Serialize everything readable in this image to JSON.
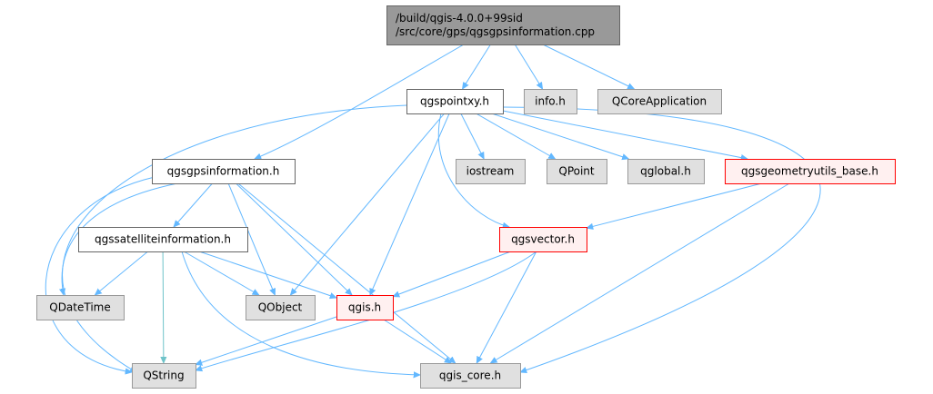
{
  "colors": {
    "edge": "#63b8ff",
    "edge_teal": "#6ec3c9",
    "root_fill": "#999999",
    "root_stroke": "#666666",
    "normal_fill": "#ffffff",
    "normal_stroke": "#666666",
    "external_fill": "#e0e0e0",
    "external_stroke": "#999999",
    "incomplete_fill": "#fff0f0",
    "incomplete_stroke": "#ff0000"
  },
  "nodes": [
    {
      "id": "root",
      "lines": [
        "/build/qgis-4.0.0+99sid",
        "/src/core/gps/qgsgpsinformation.cpp"
      ],
      "kind": "root"
    },
    {
      "id": "qgspointxy",
      "lines": [
        "qgspointxy.h"
      ],
      "kind": "normal"
    },
    {
      "id": "info",
      "lines": [
        "info.h"
      ],
      "kind": "external"
    },
    {
      "id": "qcoreapplication",
      "lines": [
        "QCoreApplication"
      ],
      "kind": "external"
    },
    {
      "id": "qgsgpsinformation",
      "lines": [
        "qgsgpsinformation.h"
      ],
      "kind": "normal"
    },
    {
      "id": "iostream",
      "lines": [
        "iostream"
      ],
      "kind": "external"
    },
    {
      "id": "qpoint",
      "lines": [
        "QPoint"
      ],
      "kind": "external"
    },
    {
      "id": "qglobal",
      "lines": [
        "qglobal.h"
      ],
      "kind": "external"
    },
    {
      "id": "qgsgeometryutils_base",
      "lines": [
        "qgsgeometryutils_base.h"
      ],
      "kind": "incomplete"
    },
    {
      "id": "qgssatelliteinformation",
      "lines": [
        "qgssatelliteinformation.h"
      ],
      "kind": "normal"
    },
    {
      "id": "qgsvector",
      "lines": [
        "qgsvector.h"
      ],
      "kind": "incomplete"
    },
    {
      "id": "qdatetime",
      "lines": [
        "QDateTime"
      ],
      "kind": "external"
    },
    {
      "id": "qobject",
      "lines": [
        "QObject"
      ],
      "kind": "external"
    },
    {
      "id": "qgis",
      "lines": [
        "qgis.h"
      ],
      "kind": "incomplete"
    },
    {
      "id": "qstring",
      "lines": [
        "QString"
      ],
      "kind": "external"
    },
    {
      "id": "qgis_core",
      "lines": [
        "qgis_core.h"
      ],
      "kind": "external"
    }
  ],
  "edges": [
    {
      "from": "root",
      "to": "qgspointxy"
    },
    {
      "from": "root",
      "to": "info"
    },
    {
      "from": "root",
      "to": "qcoreapplication"
    },
    {
      "from": "root",
      "to": "qgsgpsinformation"
    },
    {
      "from": "qgspointxy",
      "to": "iostream"
    },
    {
      "from": "qgspointxy",
      "to": "qpoint"
    },
    {
      "from": "qgspointxy",
      "to": "qglobal"
    },
    {
      "from": "qgspointxy",
      "to": "qgsgeometryutils_base"
    },
    {
      "from": "qgspointxy",
      "to": "qgsvector"
    },
    {
      "from": "qgspointxy",
      "to": "qobject"
    },
    {
      "from": "qgspointxy",
      "to": "qgis"
    },
    {
      "from": "qgspointxy",
      "to": "qstring"
    },
    {
      "from": "qgspointxy",
      "to": "qgis_core"
    },
    {
      "from": "qgsgpsinformation",
      "to": "qgssatelliteinformation"
    },
    {
      "from": "qgsgpsinformation",
      "to": "qdatetime"
    },
    {
      "from": "qgsgpsinformation",
      "to": "qobject"
    },
    {
      "from": "qgsgpsinformation",
      "to": "qgis"
    },
    {
      "from": "qgsgpsinformation",
      "to": "qstring"
    },
    {
      "from": "qgsgpsinformation",
      "to": "qgis_core"
    },
    {
      "from": "qgssatelliteinformation",
      "to": "qdatetime"
    },
    {
      "from": "qgssatelliteinformation",
      "to": "qobject"
    },
    {
      "from": "qgssatelliteinformation",
      "to": "qgis"
    },
    {
      "from": "qgssatelliteinformation",
      "to": "qstring",
      "style": "teal"
    },
    {
      "from": "qgssatelliteinformation",
      "to": "qgis_core"
    },
    {
      "from": "qgsgeometryutils_base",
      "to": "qgsvector"
    },
    {
      "from": "qgsgeometryutils_base",
      "to": "qgis_core"
    },
    {
      "from": "qgsvector",
      "to": "qgis"
    },
    {
      "from": "qgsvector",
      "to": "qstring"
    },
    {
      "from": "qgsvector",
      "to": "qgis_core"
    },
    {
      "from": "qgis",
      "to": "qstring"
    },
    {
      "from": "qgis",
      "to": "qgis_core"
    }
  ]
}
